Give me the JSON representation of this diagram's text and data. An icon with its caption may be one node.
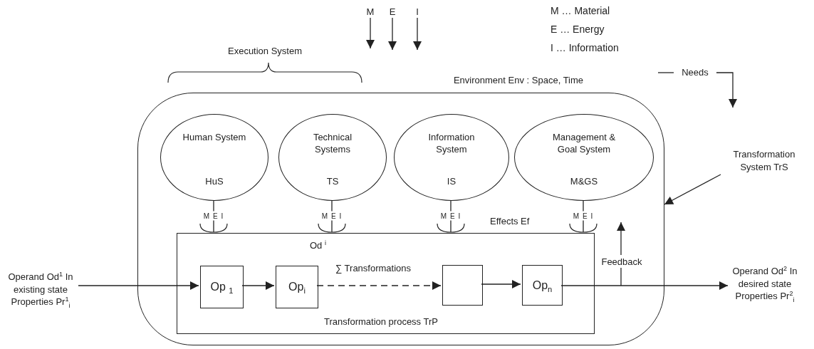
{
  "diagram": {
    "nodes": [
      {
        "text": [
          "Environment Env : Space, Time"
        ]
      },
      {
        "text": [
          "Human System",
          "HuS"
        ],
        "in": 0
      },
      {
        "text": [
          "Technical Systems",
          "TS"
        ],
        "in": 0
      },
      {
        "text": [
          "Information System",
          "IS"
        ],
        "in": 0
      },
      {
        "text": [
          "Management & Goal System",
          "M&GS"
        ],
        "in": 0
      },
      {
        "text": [
          "Od $^{i}$",
          "Transformation process  TrP"
        ],
        "in": 0
      },
      {
        "text": [
          "Op $_{1}$"
        ],
        "in": 5
      },
      {
        "text": [
          "Op$_{i}$"
        ],
        "in": 5
      },
      {
        "text": [],
        "shape": "box",
        "in": 5
      },
      {
        "text": [
          "Op$_{n}$"
        ],
        "in": 5
      },
      {
        "text": [
          "Operand Od$^{1}$ In existing state Properties Pr$^{1}$$_{i}$"
        ]
      },
      {
        "text": [
          "Operand Od$^{2}$ In desired state Properties Pr$^{2}$$_{i}$"
        ]
      },
      {
        "text": [
          "Transformation System  TrS"
        ]
      },
      {
        "text": [
          "M"
        ]
      },
      {
        "text": [
          "E"
        ]
      },
      {
        "text": [
          "I"
        ]
      },
      {
        "text": [
          "Needs"
        ]
      },
      {
        "text": [
          "Feedback"
        ],
        "in": 0
      }
    ],
    "edges": [
      {
        "from": 10,
        "to": 6,
        "arrow": "to"
      },
      {
        "from": 6,
        "to": 7,
        "arrow": "to"
      },
      {
        "from": 7,
        "to": 8,
        "arrow": "to",
        "style": "dashed",
        "label": "∑ Transformations"
      },
      {
        "from": 8,
        "to": 9,
        "arrow": "to"
      },
      {
        "from": 9,
        "to": 11,
        "arrow": "to"
      },
      {
        "from": 1,
        "to": 5,
        "arrow": "none",
        "label": "M E I"
      },
      {
        "from": 2,
        "to": 5,
        "arrow": "none",
        "label": "M E I"
      },
      {
        "from": 3,
        "to": 5,
        "arrow": "none",
        "label": "M E I"
      },
      {
        "from": 4,
        "to": 5,
        "arrow": "none",
        "label": "M E I"
      },
      {
        "from": 12,
        "to": 0,
        "arrow": "to"
      },
      {
        "from": 13,
        "to": null,
        "arrow": "to"
      },
      {
        "from": 14,
        "to": null,
        "arrow": "to"
      },
      {
        "from": 15,
        "to": null,
        "arrow": "to"
      },
      {
        "from": null,
        "to": 16,
        "arrow": "none"
      },
      {
        "from": 16,
        "to": null,
        "arrow": "to"
      },
      {
        "from": null,
        "to": 17,
        "arrow": "none"
      },
      {
        "from": 17,
        "to": null,
        "arrow": "to"
      }
    ],
    "labels": [
      "Execution System",
      "Effects  Ef",
      "M … Material",
      "E  … Energy",
      "I   … Information"
    ]
  }
}
